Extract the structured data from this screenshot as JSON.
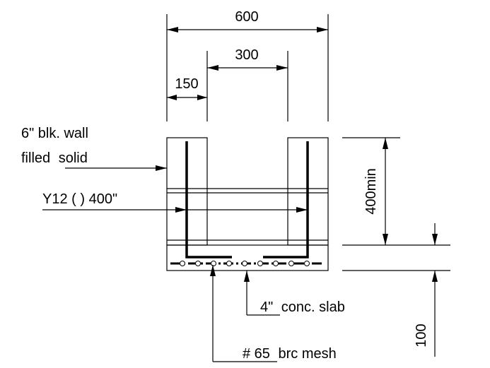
{
  "dimensions": {
    "overall_width": "600",
    "inner_gap": "300",
    "wall_thickness": "150",
    "wall_height": "400min",
    "slab_thickness": "100"
  },
  "labels": {
    "wall_line1": "6\" blk. wall",
    "wall_line2_a": "filled",
    "wall_line2_b": "solid",
    "rebar": "Y12 ( ) 400\"",
    "slab_a": "4\"",
    "slab_b": "conc. slab",
    "mesh_a": "# 65",
    "mesh_b": "brc mesh"
  }
}
